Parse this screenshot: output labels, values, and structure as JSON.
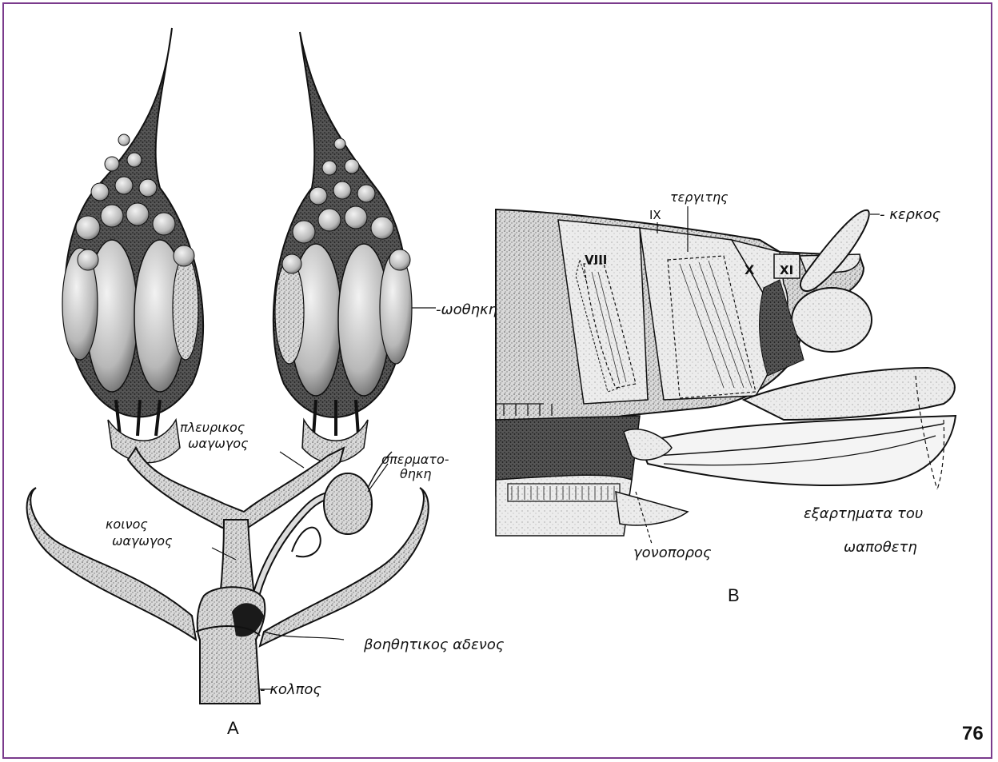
{
  "figure": {
    "panel_a": {
      "letter": "A",
      "labels": {
        "ovary": "-ωοθηκη",
        "lateral_duct_1": "πλευρικος",
        "lateral_duct_2": "ωαγωγος",
        "spermatheca_1": "σπερματο-",
        "spermatheca_2": "θηκη",
        "common_duct_1": "κοινος",
        "common_duct_2": "ωαγωγος",
        "accessory_gland": "βοηθητικος αδενος",
        "vagina": "- κολπος"
      }
    },
    "panel_b": {
      "letter": "B",
      "labels": {
        "tergite": "τεργιτης",
        "cercus": "- κερκος",
        "seg_ix": "IX",
        "seg_viii": "VIII",
        "seg_x": "X",
        "seg_xi": "XI",
        "gonopore": "γονοπορος",
        "appendages_1": "εξαρτηματα του",
        "appendages_2": "ωαποθετη"
      }
    },
    "page_number": "76"
  },
  "colors": {
    "frame": "#7a3b8c",
    "ink": "#111111",
    "stipple_dark": "#2a2a2a",
    "stipple_mid": "#8a8a8a",
    "stipple_light": "#d4d4d4"
  }
}
